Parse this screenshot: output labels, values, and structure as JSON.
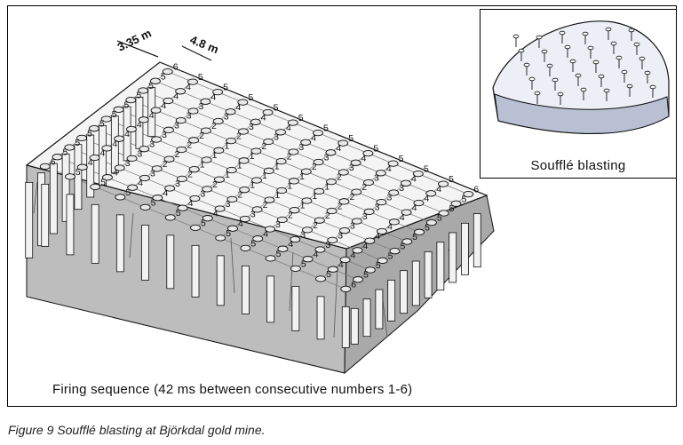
{
  "diagram": {
    "spacing_label_1": "3.35 m",
    "spacing_label_2": "4.8 m",
    "sequence_label": "Firing sequence (42 ms between consecutive numbers 1-6)",
    "inset_caption": "Soufflé blasting",
    "caption": "Figure 9  Soufflé blasting at Björkdal gold mine.",
    "firing_rows": [
      [
        6,
        5,
        5,
        5,
        5,
        5,
        5,
        5,
        5,
        5,
        5,
        5,
        6
      ],
      [
        5,
        4,
        4,
        4,
        4,
        4,
        4,
        4,
        4,
        4,
        4,
        4,
        5
      ],
      [
        5,
        4,
        3,
        3,
        3,
        3,
        3,
        3,
        3,
        3,
        3,
        4,
        5
      ],
      [
        5,
        4,
        3,
        2,
        2,
        2,
        2,
        2,
        2,
        2,
        3,
        4,
        5
      ],
      [
        5,
        4,
        3,
        2,
        1,
        1,
        1,
        1,
        1,
        2,
        3,
        4,
        5
      ],
      [
        5,
        4,
        3,
        2,
        1,
        1,
        1,
        1,
        1,
        2,
        3,
        4,
        5
      ],
      [
        5,
        4,
        3,
        2,
        1,
        1,
        1,
        1,
        1,
        2,
        3,
        4,
        5
      ],
      [
        5,
        4,
        3,
        2,
        2,
        2,
        2,
        2,
        2,
        2,
        3,
        4,
        5
      ],
      [
        5,
        4,
        3,
        3,
        3,
        3,
        3,
        3,
        3,
        3,
        3,
        4,
        5
      ],
      [
        5,
        4,
        4,
        4,
        4,
        4,
        4,
        4,
        4,
        4,
        4,
        4,
        5
      ],
      [
        6,
        5,
        5,
        5,
        5,
        5,
        5,
        5,
        5,
        5,
        5,
        5,
        6
      ]
    ],
    "colors": {
      "surface": "#f4f4f4",
      "rock": "#bdbdbd",
      "hole": "#e9e9e9",
      "ink": "#111111"
    }
  }
}
